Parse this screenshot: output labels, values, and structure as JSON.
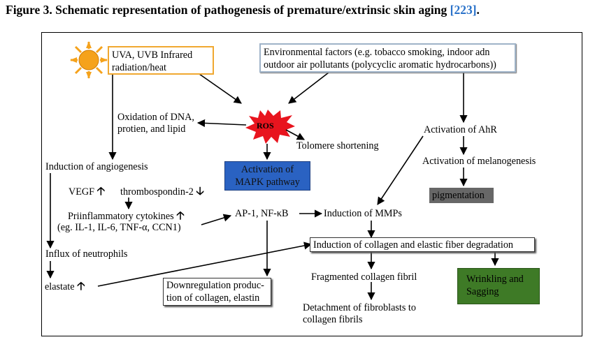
{
  "figure": {
    "title_prefix": "Figure 3. Schematic representation of pathogenesis of premature/extrinsic skin aging ",
    "title_ref": "[223]",
    "title_suffix": "."
  },
  "nodes": {
    "uv": [
      "UVA, UVB Infrared",
      "radiation/heat"
    ],
    "env": [
      "Environmental factors (e.g. tobacco smoking, indoor adn",
      "outdoor air pollutants (polycyclic aromatic hydrocarbons))"
    ],
    "oxidation": [
      "Oxidation of DNA,",
      "protien, and lipid"
    ],
    "ros": "ROS",
    "telomere": "Tolomere shortening",
    "ahr": "Activation of AhR",
    "melanogenesis": "Activation of melanogenesis",
    "pigmentation": "pigmentation",
    "angiogenesis": "Induction of angiogenesis",
    "mapk": [
      "Activation of",
      "MAPK pathway"
    ],
    "vegf": "VEGF",
    "thrombospondin": "thrombospondin-2",
    "cytokines": [
      "Priinflammatory cytokines",
      "(eg. IL-1, IL-6, TNF-α, CCN1)"
    ],
    "ap1": "AP-1, NF-κB",
    "mmps": "Induction of MMPs",
    "collagen_degradation": "Induction of collagen and elastic fiber degradation",
    "neutrophils": "Influx of neutrophils",
    "elastate": "elastate",
    "downregulation": [
      "Downregulation produc-",
      "tion of collagen, elastin"
    ],
    "fragmented": "Fragmented collagen fibril",
    "detachment": [
      "Detachment of fibroblasts to",
      "collagen fibrils"
    ],
    "wrinkling": [
      "Wrinkling and",
      "Sagging"
    ]
  },
  "colors": {
    "sun": "#f5a21b",
    "ros": "#e8141e",
    "uv_border": "#f0a830",
    "env_border": "#9fb3c8",
    "mapk_fill": "#2a62c2",
    "pigmentation_fill": "#676767",
    "wrinkling_fill": "#3e7a26",
    "title_ref": "#2a72c9"
  }
}
